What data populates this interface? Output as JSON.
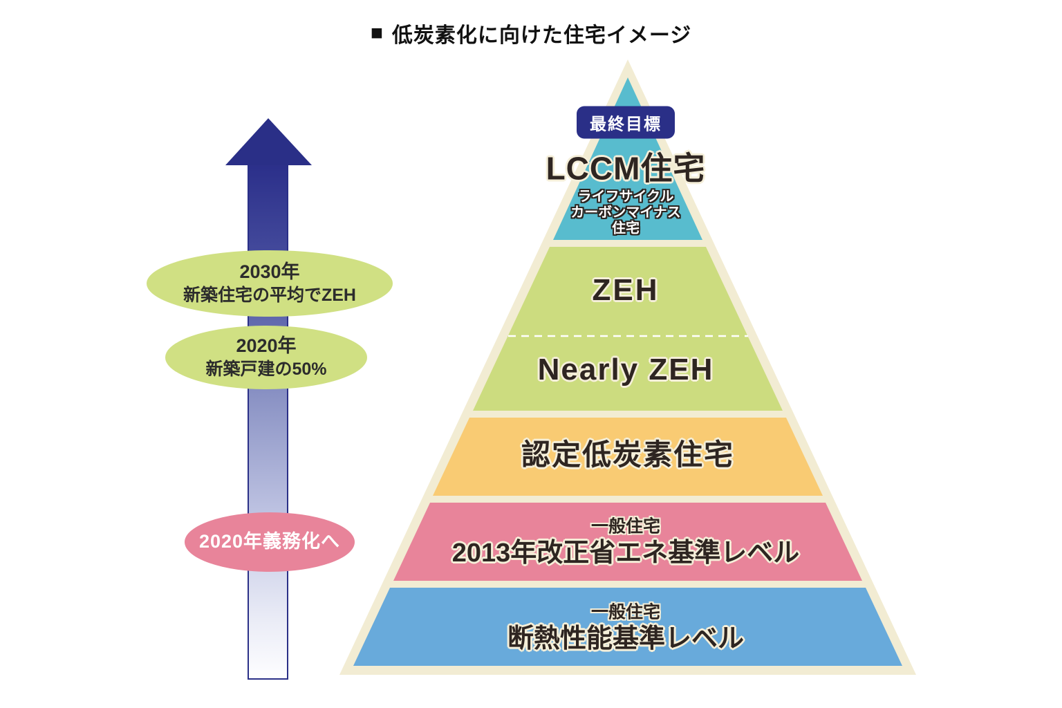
{
  "title": {
    "bullet": "■",
    "text": "低炭素化に向けた住宅イメージ"
  },
  "colors": {
    "arrow_navy": "#2a2f87",
    "badge_navy": "#2a2f87",
    "border_cream": "#f2ecd3",
    "ellipse_green": "#d0e083",
    "ellipse_pink": "#e8849a",
    "dashed_divider_white": "#ffffff",
    "label_dark": "#2e2521"
  },
  "milestones": [
    {
      "style": "green",
      "lines": [
        "2030年",
        "新築住宅の平均でZEH"
      ]
    },
    {
      "style": "green",
      "lines": [
        "2020年",
        "新築戸建の50%"
      ]
    },
    {
      "style": "pink",
      "lines": [
        "2020年義務化へ"
      ]
    }
  ],
  "pyramid": {
    "goal_badge": "最終目標",
    "layers": [
      {
        "id": "lccm",
        "title": "LCCM住宅",
        "subtitle_lines": [
          "ライフサイクル",
          "カーボンマイナス",
          "住宅"
        ],
        "color": "#58bcce"
      },
      {
        "id": "zeh",
        "title": "ZEH",
        "color": "#ccdc7f"
      },
      {
        "id": "nearly-zeh",
        "title": "Nearly ZEH",
        "color": "#ccdc7f"
      },
      {
        "id": "certified-low-carbon",
        "title": "認定低炭素住宅",
        "color": "#f9cb73"
      },
      {
        "id": "general-2013-energy",
        "category": "一般住宅",
        "title": "2013年改正省エネ基準レベル",
        "color": "#e8849a"
      },
      {
        "id": "general-insulation",
        "category": "一般住宅",
        "title": "断熱性能基準レベル",
        "color": "#68aadb"
      }
    ]
  }
}
